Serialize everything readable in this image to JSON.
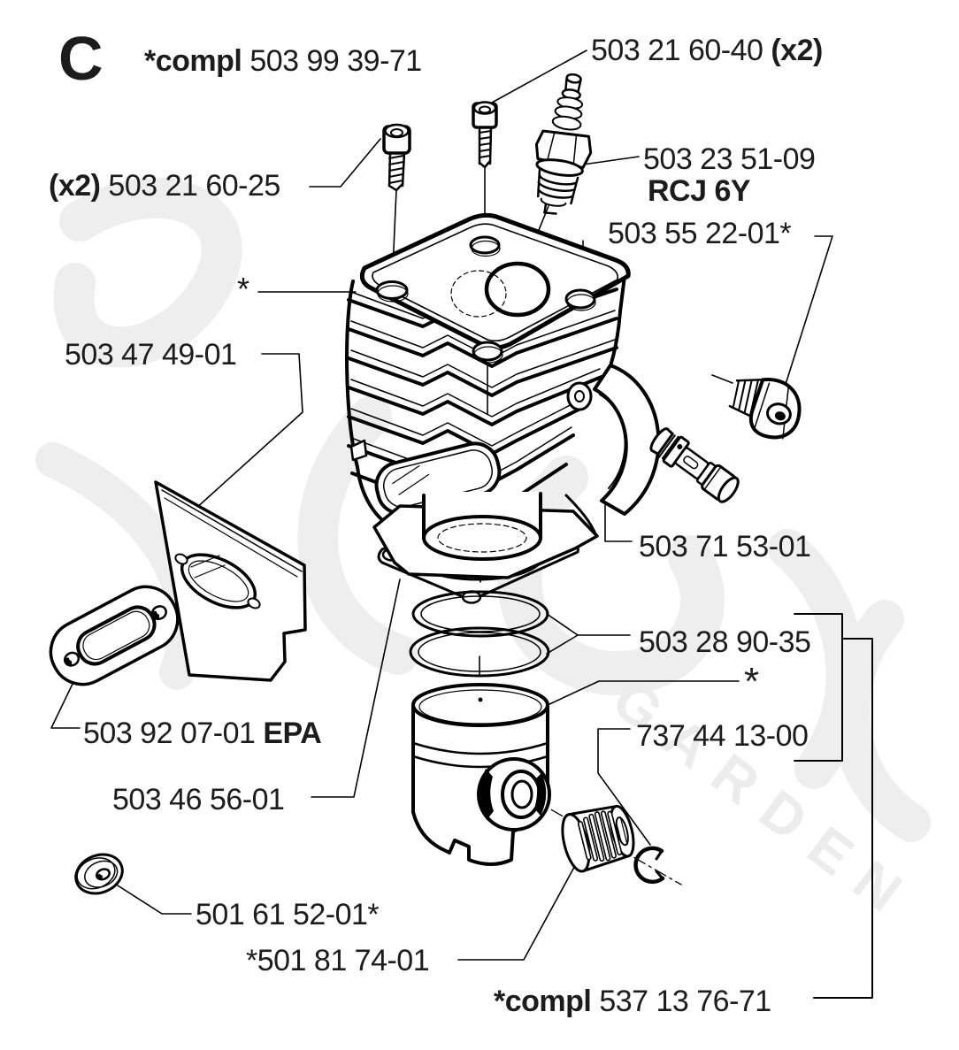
{
  "colors": {
    "ink": "#000000",
    "label": "#1c1c1c",
    "background": "#ffffff",
    "watermark": "#ececec"
  },
  "watermark_text": "GARDEN",
  "header": {
    "section_letter": "C",
    "assembly_prefix": "*compl",
    "assembly_number": "503 99 39-71"
  },
  "footer": {
    "assembly_prefix": "*compl",
    "assembly_number": "537 13 76-71"
  },
  "parts": {
    "screw_top": {
      "number": "503 21 60-40",
      "qty": "(x2)"
    },
    "screw_left": {
      "qty": "(x2)",
      "number": "503 21 60-25"
    },
    "spark_plug": {
      "number": "503 23 51-09",
      "model": "RCJ 6Y"
    },
    "plug": {
      "number": "503 55 22-01*"
    },
    "cooling_plate": {
      "number": "503 47 49-01"
    },
    "decomp_valve": {
      "number": "503 71 53-01"
    },
    "ring_set": {
      "number": "503 28 90-35"
    },
    "piston_marker": "*",
    "cylinder_marker": "*",
    "circlip": {
      "number": "737 44 13-00"
    },
    "exhaust_gasket": {
      "number": "503 92 07-01",
      "note": "EPA"
    },
    "base_gasket": {
      "number": "503 46 56-01"
    },
    "washer": {
      "number": "501 61 52-01*"
    },
    "bearing": {
      "number": "*501 81 74-01"
    }
  }
}
